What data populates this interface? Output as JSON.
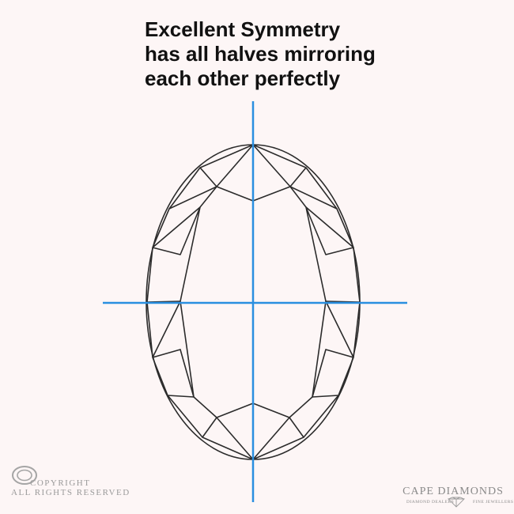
{
  "heading": {
    "line1": "Excellent Symmetry",
    "line2": "has all halves mirroring",
    "line3": "each other perfectly"
  },
  "watermark": {
    "copyright_line1": "COPYRIGHT",
    "copyright_line2": "ALL RIGHTS RESERVED"
  },
  "brand": {
    "name": "CAPE DIAMONDS",
    "tagline_left": "DIAMOND DEALERS",
    "tagline_right": "FINE JEWELLERS"
  },
  "colors": {
    "background": "#fdf6f6",
    "symmetry_axis": "#2a8fe0",
    "facet_outline": "#2b2b2b"
  }
}
